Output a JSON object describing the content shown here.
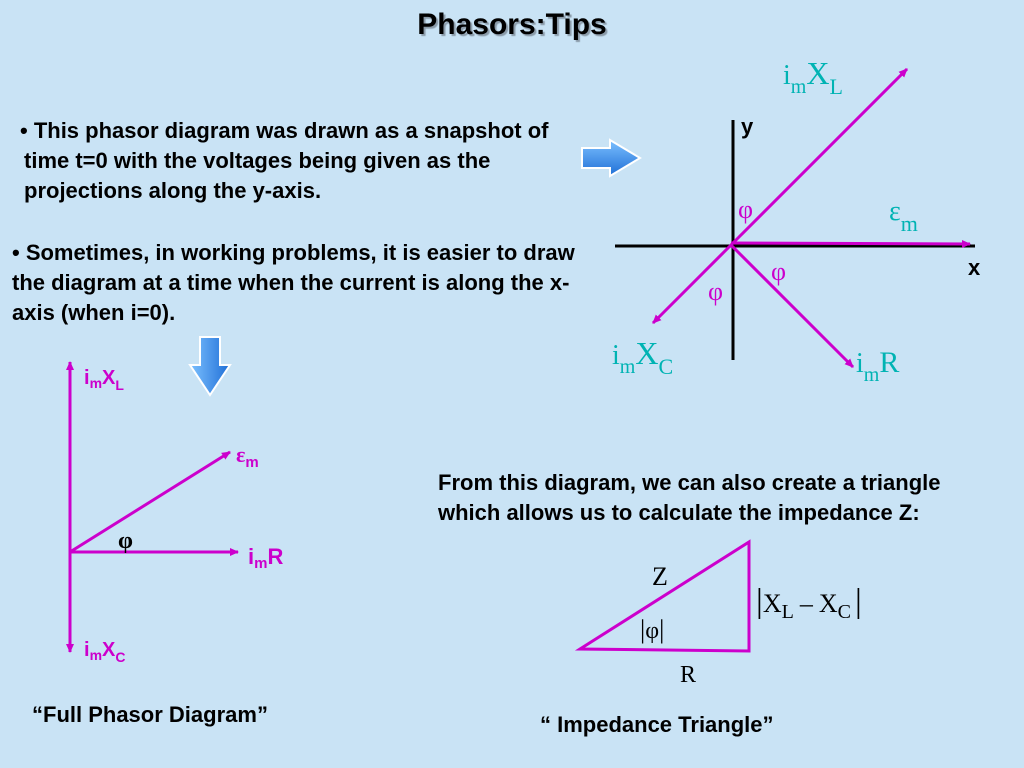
{
  "slide": {
    "title": "Phasors:Tips",
    "bullet1": "• This phasor diagram was drawn as a snapshot of time t=0 with the voltages being given as the projections along the y-axis.",
    "bullet2": "•  Sometimes, in working problems,  it is easier to draw the diagram at a time when the current is along the x-axis (when i=0).",
    "description": "From this diagram, we can also create a triangle which allows us to calculate the impedance Z:",
    "caption_full": "“Full Phasor Diagram”",
    "caption_triangle": "“ Impedance Triangle”"
  },
  "colors": {
    "background": "#c9e3f5",
    "phasor": "#cc00cc",
    "axis": "#000000",
    "arrow_fill": "#3d8fe8",
    "label_cyan": "#00b3b3",
    "label_magenta": "#cc00cc"
  },
  "diagram1": {
    "axis_y_label": "y",
    "axis_x_label": "x",
    "phi": "φ",
    "ixl": {
      "i": "i",
      "m": "m",
      "x": "X",
      "sub": "L"
    },
    "ixc": {
      "i": "i",
      "m": "m",
      "x": "X",
      "sub": "C"
    },
    "ir": {
      "i": "i",
      "m": "m",
      "r": "R"
    },
    "emf": {
      "eps": "ε",
      "m": "m"
    }
  },
  "diagram2": {
    "phi": "φ",
    "ixl": {
      "i": "i",
      "m": "m",
      "x": "X",
      "sub": "L"
    },
    "ixc": {
      "i": "i",
      "m": "m",
      "x": "X",
      "sub": "C"
    },
    "ir": {
      "i": "i",
      "m": "m",
      "r": "R"
    },
    "emf": {
      "eps": "ε",
      "m": "m"
    }
  },
  "triangle": {
    "z": "Z",
    "r": "R",
    "phi": "φ",
    "abs_bar": "|",
    "xl": "X",
    "xl_sub": "L",
    "minus": "–",
    "xc": "X",
    "xc_sub": "C"
  }
}
